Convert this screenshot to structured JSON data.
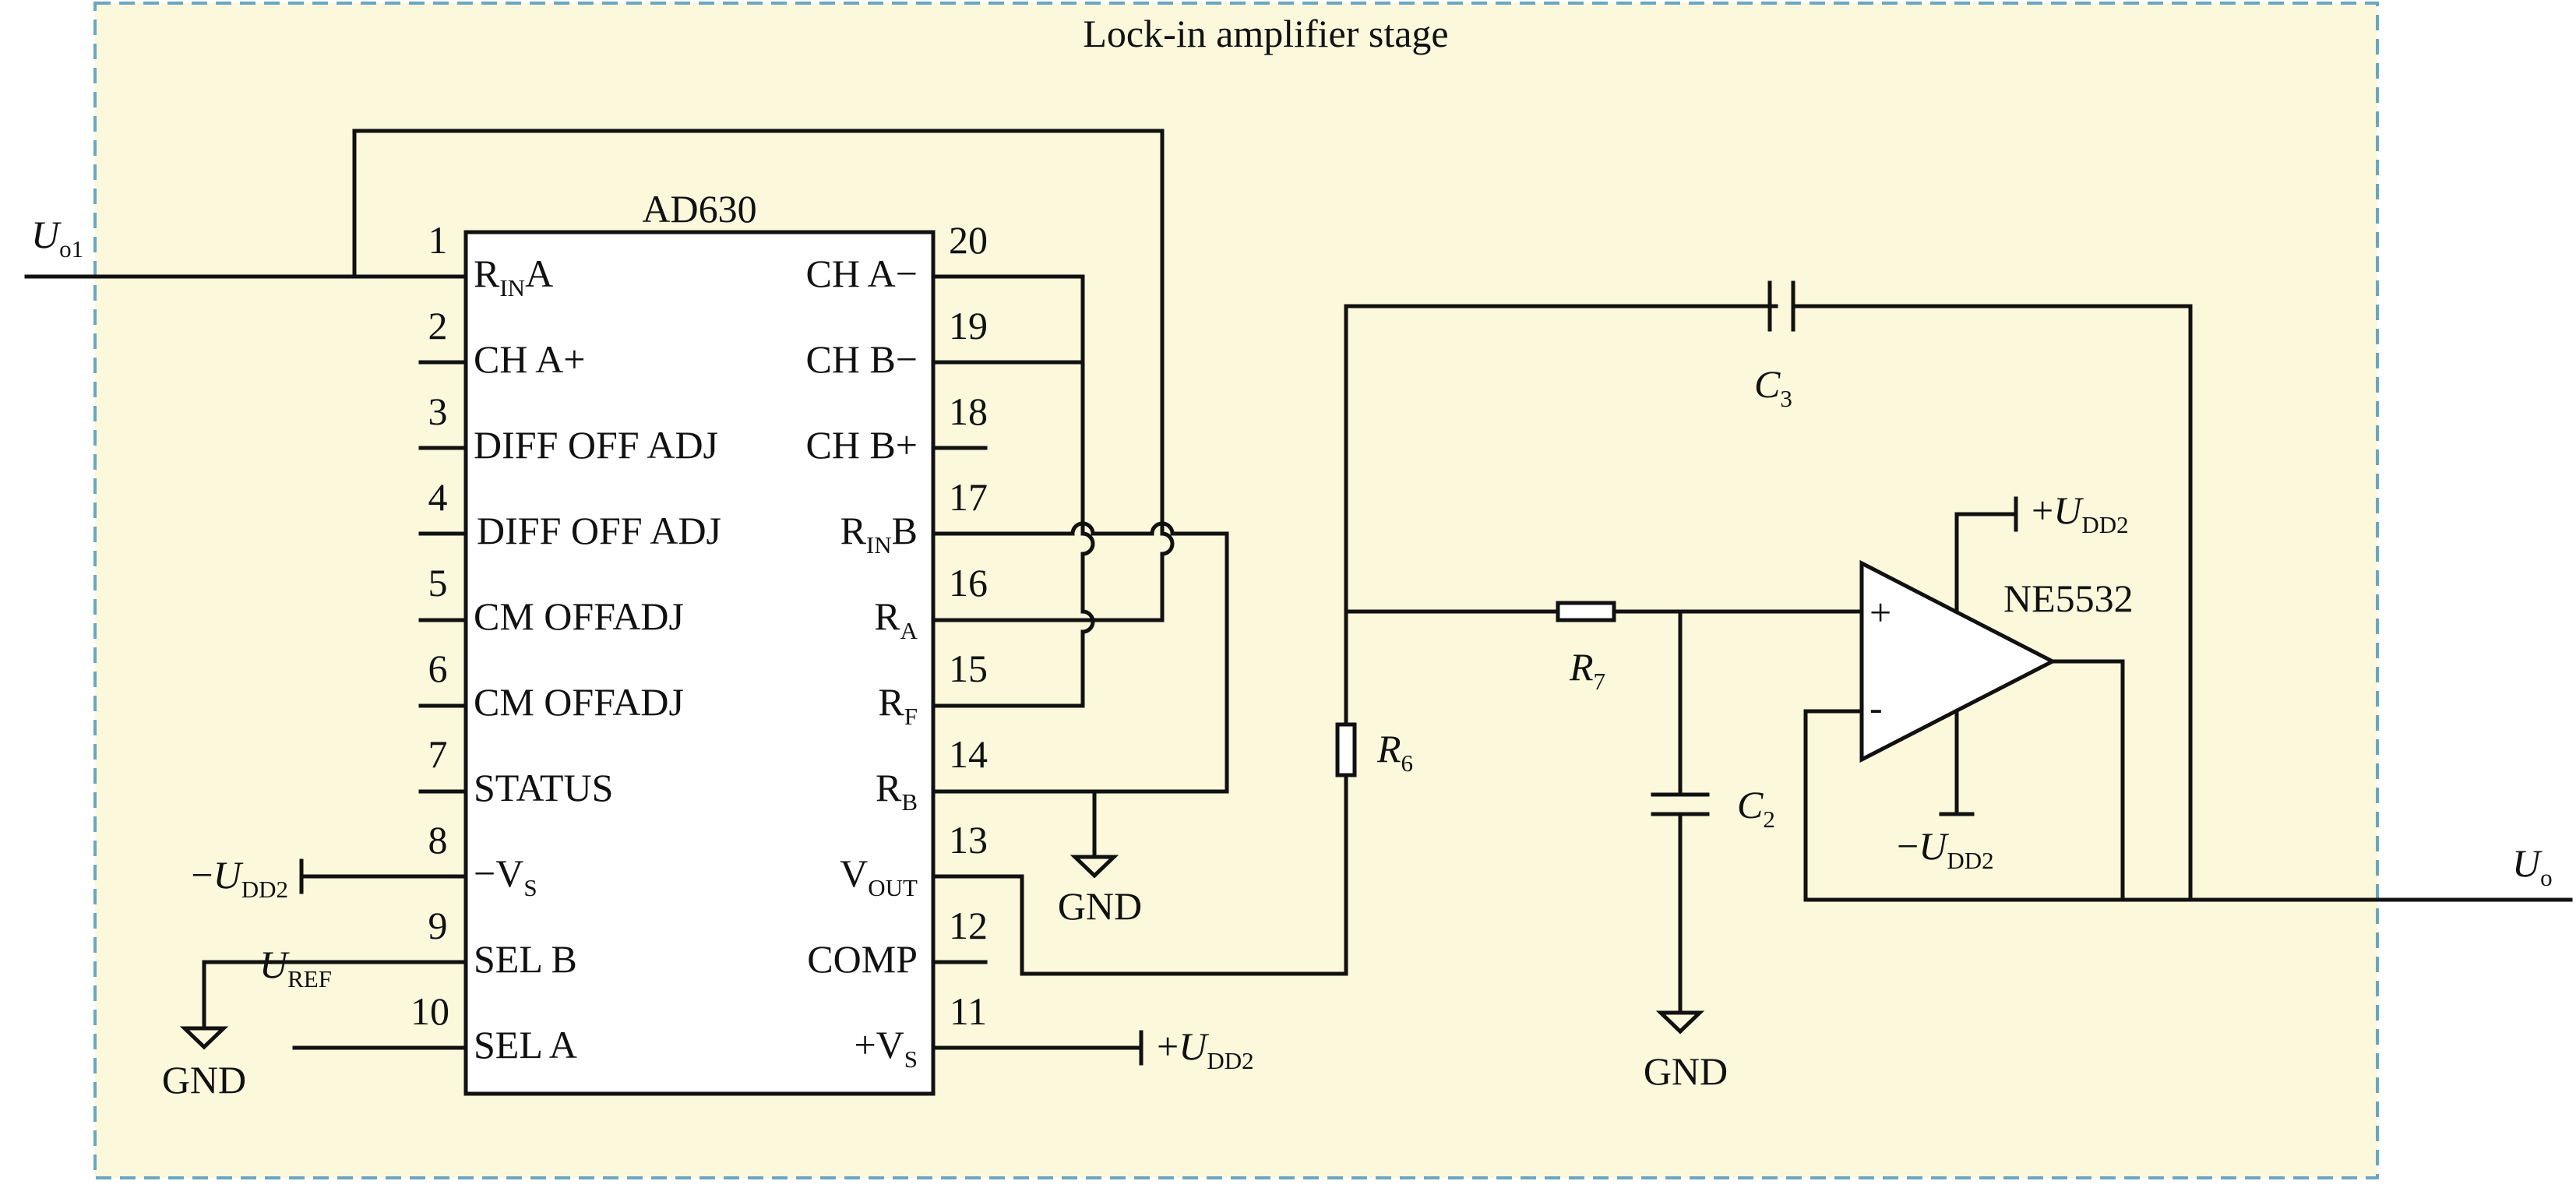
{
  "stage_title": "Lock-in amplifier stage",
  "colors": {
    "panel_fill": "#fbf8dc",
    "panel_border": "#6aa6c2",
    "ink": "#111111"
  },
  "ad630": {
    "name": "AD630",
    "pins_left": [
      {
        "num": "1",
        "label": "R",
        "sub": "IN",
        "tail": "A"
      },
      {
        "num": "2",
        "label": "CH A+"
      },
      {
        "num": "3",
        "label": "DIFF OFF ADJ"
      },
      {
        "num": "4",
        "label": "DIFF OFF ADJ"
      },
      {
        "num": "5",
        "label": "CM OFFADJ"
      },
      {
        "num": "6",
        "label": "CM OFFADJ"
      },
      {
        "num": "7",
        "label": "STATUS"
      },
      {
        "num": "8",
        "label": "−V",
        "sub": "S"
      },
      {
        "num": "9",
        "label": "SEL B"
      },
      {
        "num": "10",
        "label": "SEL A"
      }
    ],
    "pins_right": [
      {
        "num": "20",
        "label": "CH A−"
      },
      {
        "num": "19",
        "label": "CH B−"
      },
      {
        "num": "18",
        "label": "CH B+"
      },
      {
        "num": "17",
        "label": "R",
        "sub": "IN",
        "tail": "B"
      },
      {
        "num": "16",
        "label": "R",
        "sub": "A"
      },
      {
        "num": "15",
        "label": "R",
        "sub": "F"
      },
      {
        "num": "14",
        "label": "R",
        "sub": "B"
      },
      {
        "num": "13",
        "label": "V",
        "sub": "OUT"
      },
      {
        "num": "12",
        "label": "COMP"
      },
      {
        "num": "11",
        "label": "+V",
        "sub": "S"
      }
    ]
  },
  "opamp": {
    "name": "NE5532",
    "plus": "+",
    "minus": "-"
  },
  "signals": {
    "input": {
      "main": "U",
      "sub": "o1"
    },
    "output": {
      "main": "U",
      "sub": "o"
    },
    "neg_supply_left": {
      "prefix": "−",
      "main": "U",
      "sub": "DD2"
    },
    "pos_supply_bottom": {
      "prefix": "+",
      "main": "U",
      "sub": "DD2"
    },
    "ref": {
      "main": "U",
      "sub": "REF"
    },
    "opamp_pos_supply": {
      "prefix": "+",
      "main": "U",
      "sub": "DD2"
    },
    "opamp_neg_supply": {
      "prefix": "−",
      "main": "U",
      "sub": "DD2"
    }
  },
  "components": {
    "c3": {
      "main": "C",
      "sub": "3"
    },
    "r6": {
      "main": "R",
      "sub": "6"
    },
    "r7": {
      "main": "R",
      "sub": "7"
    },
    "c2": {
      "main": "C",
      "sub": "2"
    }
  },
  "gnd_labels": {
    "sel_b": "GND",
    "rb": "GND",
    "c2": "GND"
  }
}
